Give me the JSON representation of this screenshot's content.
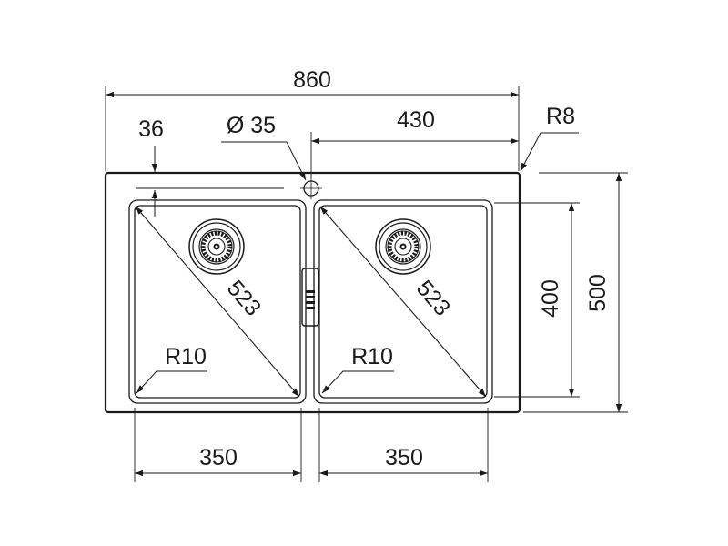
{
  "drawing": {
    "dimensions": {
      "total_width": "860",
      "edge_offset": "36",
      "tap_hole": "Ø 35",
      "half_width": "430",
      "corner_radius_outer": "R8",
      "total_depth": "500",
      "bowl_depth": "400",
      "bowl_left_width": "350",
      "bowl_right_width": "350",
      "bowl_left_diagonal": "523",
      "bowl_right_diagonal": "523",
      "bowl_left_radius": "R10",
      "bowl_right_radius": "R10"
    },
    "colors": {
      "line": "#1a1a1a",
      "background": "#ffffff"
    }
  }
}
